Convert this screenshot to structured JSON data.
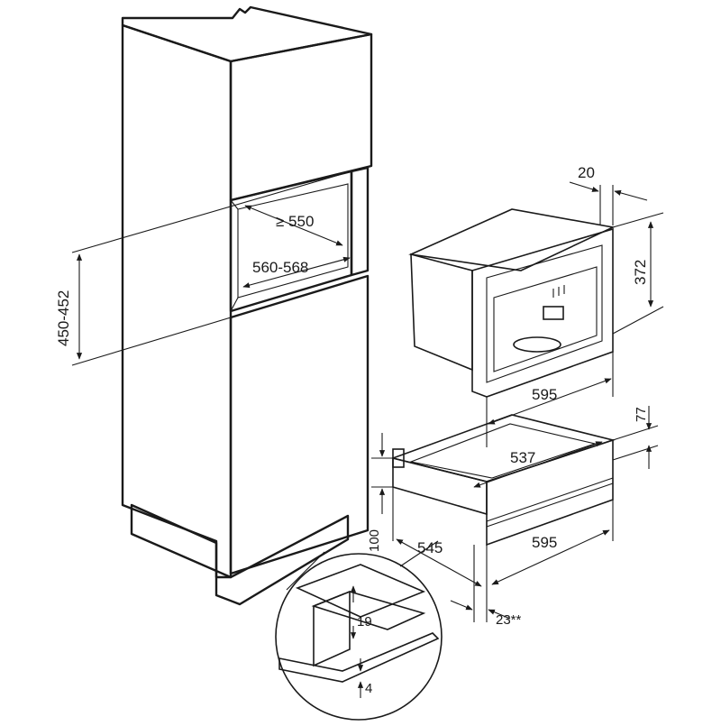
{
  "colors": {
    "cabinet_front": "#a9a9a9",
    "cabinet_side": "#8e8e8e",
    "niche_inner": "#cfcfcf",
    "appliance_light": "#dcdcdc",
    "appliance_mid": "#b8b8b8",
    "appliance_dark": "#777777",
    "outline": "#1a1a1a"
  },
  "dimensions": {
    "niche_height": "450-452",
    "niche_depth": "≥ 550",
    "niche_width": "560-568",
    "appliance_offset_depth": "20",
    "appliance_height": "372",
    "appliance_width": "595",
    "drawer_width_inner": "537",
    "drawer_height": "77",
    "drawer_front_height": "100",
    "drawer_depth": "545",
    "drawer_width": "595",
    "front_overhang": "23**",
    "gap_top": "19",
    "gap_bottom": "4"
  },
  "icons": {
    "arrow": "arrow-head-icon",
    "coffee_spout": "coffee-spout-icon"
  }
}
